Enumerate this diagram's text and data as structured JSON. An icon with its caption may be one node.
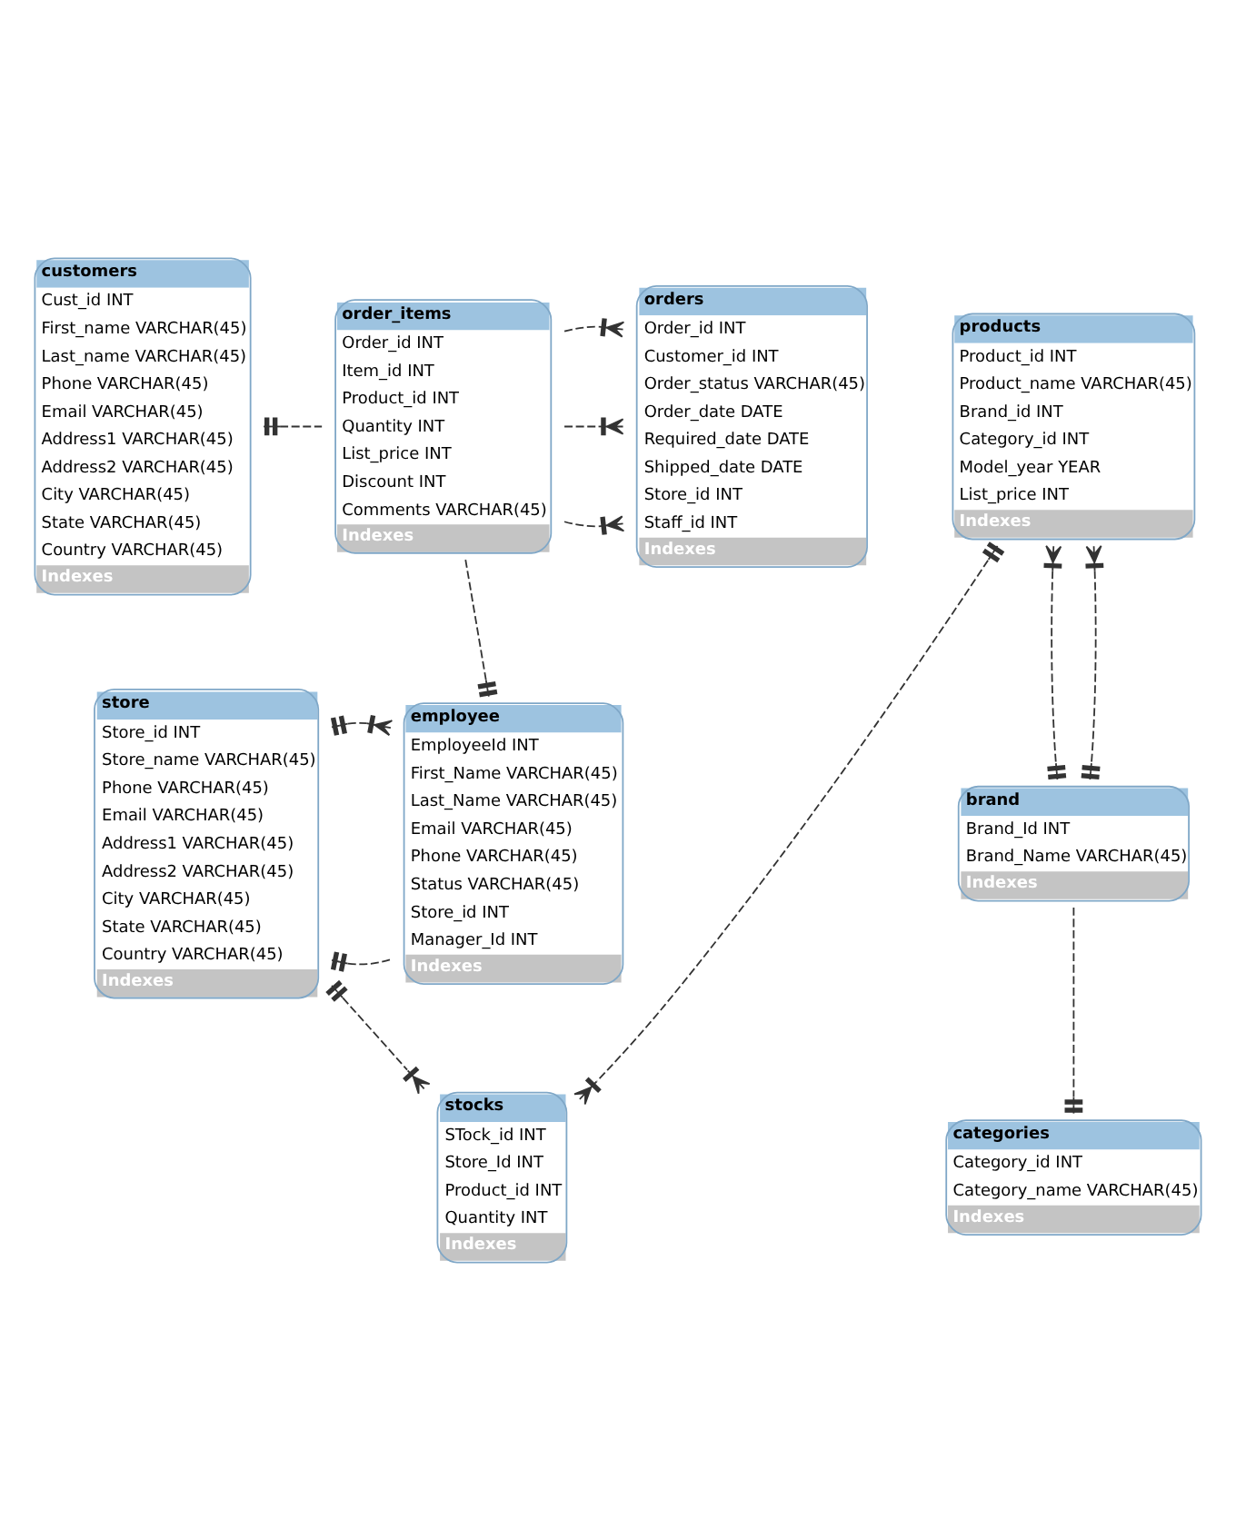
{
  "diagram": {
    "nodes": [
      {
        "text": [
          "customers",
          "Cust_id INT",
          "First_name VARCHAR(45)",
          "Last_name VARCHAR(45)",
          "Phone VARCHAR(45)",
          "Email VARCHAR(45)",
          "Address1 VARCHAR(45)",
          "Address2 VARCHAR(45)",
          "City VARCHAR(45)",
          "State VARCHAR(45)",
          "Country VARCHAR(45)",
          "Indexes"
        ]
      },
      {
        "text": [
          "order_items",
          "Order_id INT",
          "Item_id INT",
          "Product_id INT",
          "Quantity INT",
          "List_price INT",
          "Discount INT",
          "Comments VARCHAR(45)",
          "Indexes"
        ]
      },
      {
        "text": [
          "orders",
          "Order_id INT",
          "Customer_id INT",
          "Order_status VARCHAR(45)",
          "Order_date DATE",
          "Required_date DATE",
          "Shipped_date DATE",
          "Store_id INT",
          "Staff_id INT",
          "Indexes"
        ]
      },
      {
        "text": [
          "products",
          "Product_id INT",
          "Product_name VARCHAR(45)",
          "Brand_id INT",
          "Category_id INT",
          "Model_year YEAR",
          "List_price INT",
          "Indexes"
        ]
      },
      {
        "text": [
          "store",
          "Store_id INT",
          "Store_name VARCHAR(45)",
          "Phone VARCHAR(45)",
          "Email VARCHAR(45)",
          "Address1 VARCHAR(45)",
          "Address2 VARCHAR(45)",
          "City VARCHAR(45)",
          "State VARCHAR(45)",
          "Country VARCHAR(45)",
          "Indexes"
        ]
      },
      {
        "text": [
          "employee",
          "EmployeeId INT",
          "First_Name VARCHAR(45)",
          "Last_Name VARCHAR(45)",
          "Email VARCHAR(45)",
          "Phone VARCHAR(45)",
          "Status VARCHAR(45)",
          "Store_id INT",
          "Manager_Id INT",
          "Indexes"
        ]
      },
      {
        "text": [
          "brand",
          "Brand_Id INT",
          "Brand_Name VARCHAR(45)",
          "Indexes"
        ]
      },
      {
        "text": [
          "categories",
          "Category_id INT",
          "Category_name VARCHAR(45)",
          "Indexes"
        ]
      },
      {
        "text": [
          "stocks",
          "STock_id INT",
          "Store_Id INT",
          "Product_id INT",
          "Quantity INT",
          "Indexes"
        ]
      }
    ],
    "edges": [
      {
        "from": 0,
        "to": 1,
        "arrow": "other",
        "style": "dashed"
      },
      {
        "from": 1,
        "to": 2,
        "arrow": "other",
        "style": "dashed"
      },
      {
        "from": 1,
        "to": 2,
        "arrow": "other",
        "style": "dashed"
      },
      {
        "from": 1,
        "to": 2,
        "arrow": "other",
        "style": "dashed"
      },
      {
        "from": 1,
        "to": 5,
        "arrow": "other",
        "style": "dashed"
      },
      {
        "from": 3,
        "to": 6,
        "arrow": "other",
        "style": "dashed"
      },
      {
        "from": 3,
        "to": 6,
        "arrow": "other",
        "style": "dashed"
      },
      {
        "from": 3,
        "to": 8,
        "arrow": "other",
        "style": "dashed"
      },
      {
        "from": 4,
        "to": 5,
        "arrow": "other",
        "style": "dashed"
      },
      {
        "from": 4,
        "to": 5,
        "arrow": "other",
        "style": "dashed"
      },
      {
        "from": 4,
        "to": 8,
        "arrow": "other",
        "style": "dashed"
      },
      {
        "from": 6,
        "to": 7,
        "arrow": "other",
        "style": "dashed"
      }
    ]
  }
}
